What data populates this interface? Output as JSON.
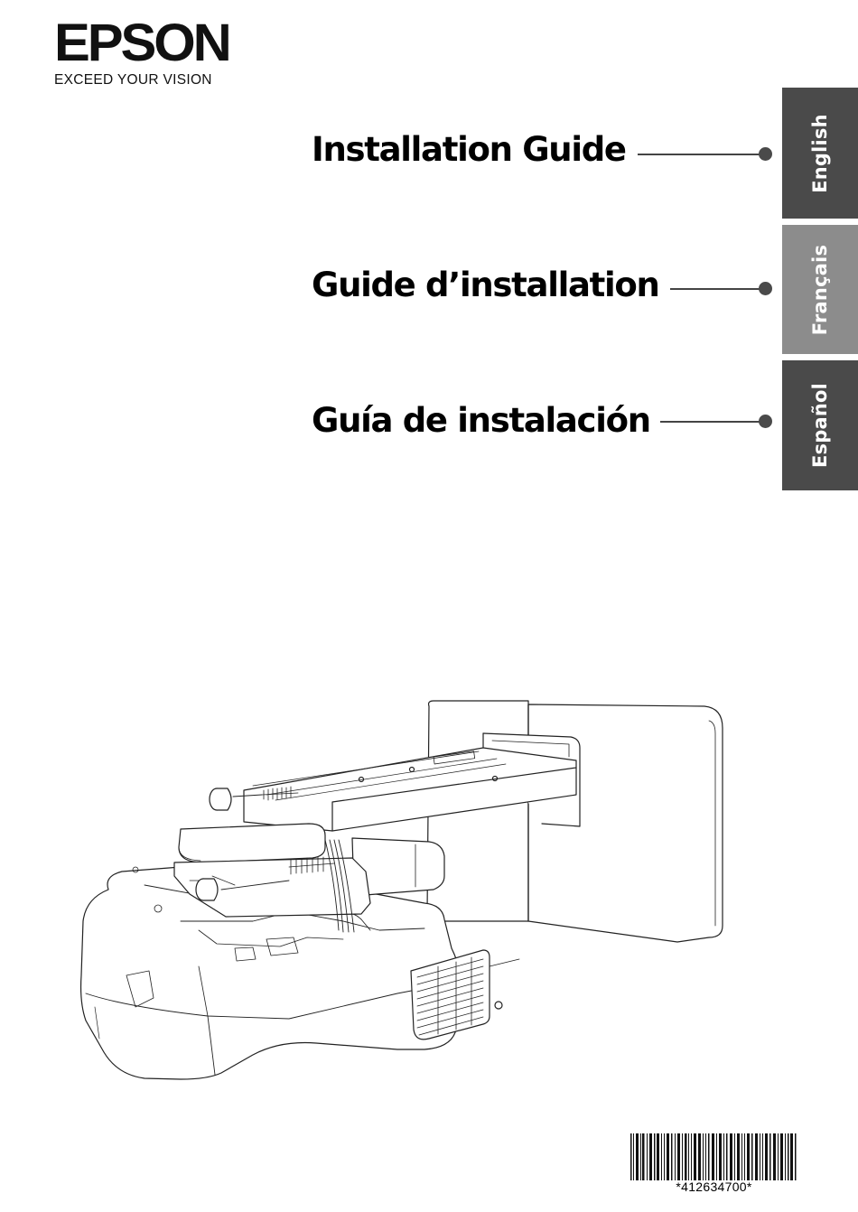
{
  "brand": {
    "name": "EPSON",
    "tagline": "EXCEED YOUR VISION"
  },
  "titles": [
    {
      "text": "Installation Guide",
      "language": "English"
    },
    {
      "text": "Guide d’installation",
      "language": "Français"
    },
    {
      "text": "Guía de instalación",
      "language": "Español"
    }
  ],
  "language_tabs": [
    {
      "label": "English",
      "color": "#4a4a4a"
    },
    {
      "label": "Français",
      "color": "#8c8c8c"
    },
    {
      "label": "Español",
      "color": "#4a4a4a"
    }
  ],
  "illustration": {
    "icon": "projector-wall-mount-icon",
    "description": "Ultra short-throw projector attached to wall mount arm"
  },
  "barcode": {
    "value": "*412634700*"
  },
  "colors": {
    "tab_dark": "#4a4a4a",
    "tab_light": "#8c8c8c",
    "connector_line": "#444444",
    "text": "#000000"
  }
}
